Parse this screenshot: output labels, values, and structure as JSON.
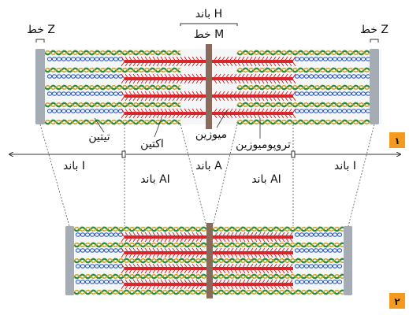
{
  "labels": {
    "h_band": "باند H",
    "m_line": "خط M",
    "z_line_left": "خط Z",
    "z_line_right": "خط Z",
    "titin": "تیتین",
    "actin": "اکتین",
    "myosin": "میوزین",
    "tropomyosin": "تروپومیوزین",
    "i_band_left": "باند I",
    "i_band_right": "باند I",
    "a_band": "باند A",
    "ai_band_left": "باند AI",
    "ai_band_right": "باند AI"
  },
  "panels": {
    "panel_1": "۱",
    "panel_2": "۲"
  },
  "colors": {
    "actin": "#2e8b3a",
    "actin_alt": "#c8a21a",
    "myosin": "#d9262b",
    "titin": "#2f5fc7",
    "z_disc": "#a6acb4",
    "m_line": "#8a6a5a",
    "badge": "#f49a1f",
    "guide": "#555555"
  }
}
